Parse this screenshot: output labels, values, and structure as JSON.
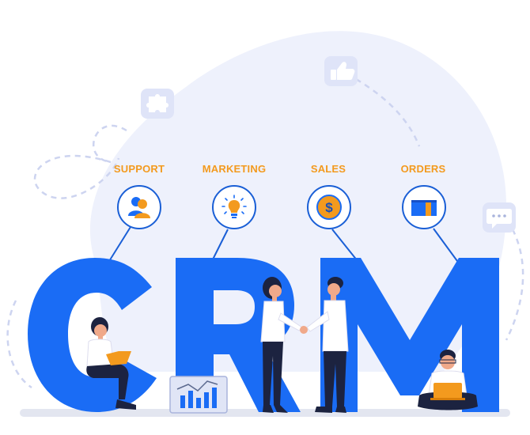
{
  "categories": [
    {
      "id": "support",
      "label": "SUPPORT",
      "icon": "users-icon"
    },
    {
      "id": "marketing",
      "label": "MARKETING",
      "icon": "lightbulb-icon"
    },
    {
      "id": "sales",
      "label": "SALES",
      "icon": "dollar-coin-icon"
    },
    {
      "id": "orders",
      "label": "ORDERS",
      "icon": "box-icon"
    }
  ],
  "big_letters": "CRM",
  "floating_icons": [
    "puzzle-icon",
    "thumbs-up-icon",
    "chat-bubble-icon"
  ],
  "colors": {
    "accent": "#1a6cf5",
    "label": "#f39a1e",
    "blob": "#eef1fc",
    "badge": "#dfe4f8",
    "dark": "#1c2340",
    "skin": "#f0a98a"
  }
}
